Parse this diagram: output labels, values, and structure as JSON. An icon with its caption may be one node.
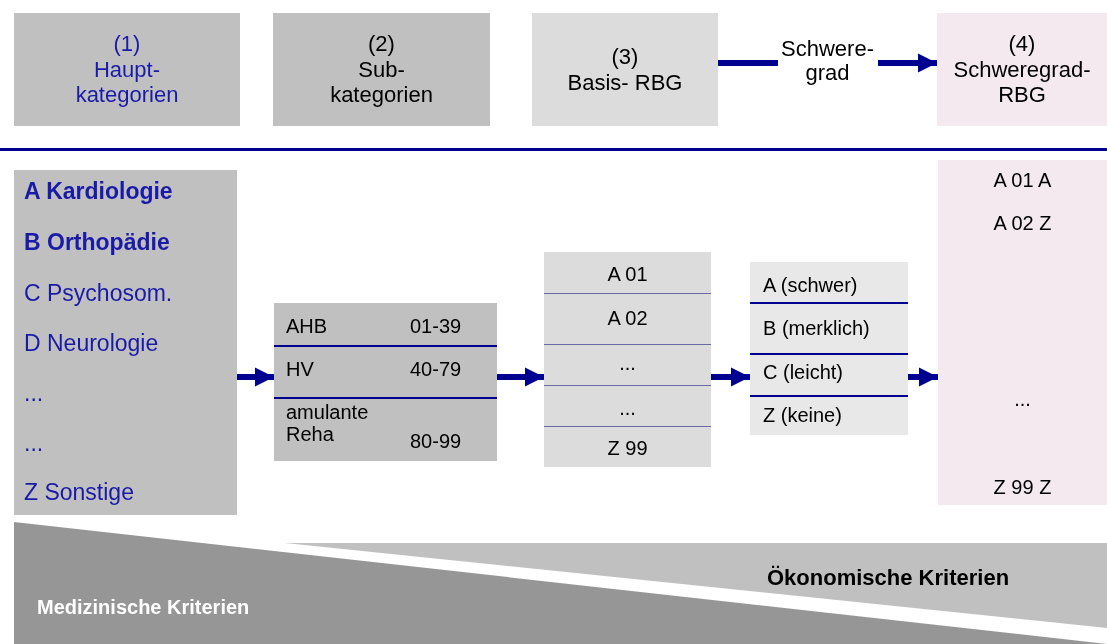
{
  "diagram": {
    "nodes": [
      {
        "text": [
          "(1)",
          "Haupt- kategorien"
        ]
      },
      {
        "text": [
          "(2)",
          "Sub- kategorien"
        ]
      },
      {
        "text": [
          "(3)",
          "Basis- RBG"
        ]
      },
      {
        "text": [
          "(4)",
          "Schweregrad- RBG"
        ]
      },
      {
        "text": [
          "A Kardiologie",
          "B Orthopädie",
          "C Psychosom.",
          "D Neurologie",
          "...",
          "...",
          "Z Sonstige"
        ]
      },
      {
        "text": [
          "AHB",
          "01-39",
          "HV",
          "40-79",
          "amulante Reha",
          "80-99"
        ]
      },
      {
        "text": [
          "A 01",
          "A 02",
          "...",
          "...",
          "Z 99"
        ]
      },
      {
        "text": [
          "A (schwer)",
          "B (merklich)",
          "C (leicht)",
          "Z (keine)"
        ]
      },
      {
        "text": [
          "A 01 A",
          "A 02 Z",
          "...",
          "Z 99 Z"
        ]
      },
      {
        "text": [
          "Medizinische Kriterien"
        ]
      },
      {
        "text": [
          "Ökonomische Kriterien"
        ]
      }
    ],
    "edges": [
      {
        "from": 2,
        "to": 3,
        "arrow": "to",
        "label": "Schwere- grad"
      },
      {
        "from": 4,
        "to": 5,
        "arrow": "to"
      },
      {
        "from": 5,
        "to": 6,
        "arrow": "to"
      },
      {
        "from": 6,
        "to": 7,
        "arrow": "to"
      },
      {
        "from": 7,
        "to": 8,
        "arrow": "to"
      }
    ]
  }
}
